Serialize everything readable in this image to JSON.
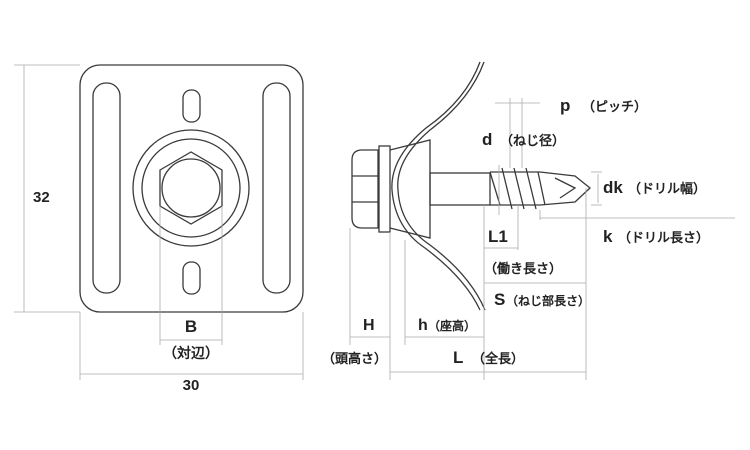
{
  "plate_view": {
    "height_value": "32",
    "width_value": "30",
    "across_flats_symbol": "B",
    "across_flats_label": "（対辺）"
  },
  "side_view": {
    "pitch": {
      "symbol": "p",
      "label": "（ピッチ）"
    },
    "thread_diameter": {
      "symbol": "d",
      "label": "（ねじ径）"
    },
    "drill_width": {
      "symbol": "dk",
      "label": "（ドリル幅）"
    },
    "drill_length": {
      "symbol": "k",
      "label": "（ドリル長さ）"
    },
    "working_length": {
      "symbol": "L1",
      "label": "（働き長さ）"
    },
    "thread_length": {
      "symbol": "S",
      "label": "（ねじ部長さ）"
    },
    "seat_height": {
      "symbol": "h",
      "label": "（座高）"
    },
    "head_height": {
      "symbol": "H",
      "label": "（頭高さ）"
    },
    "total_length": {
      "symbol": "L",
      "label": "（全長）"
    }
  }
}
